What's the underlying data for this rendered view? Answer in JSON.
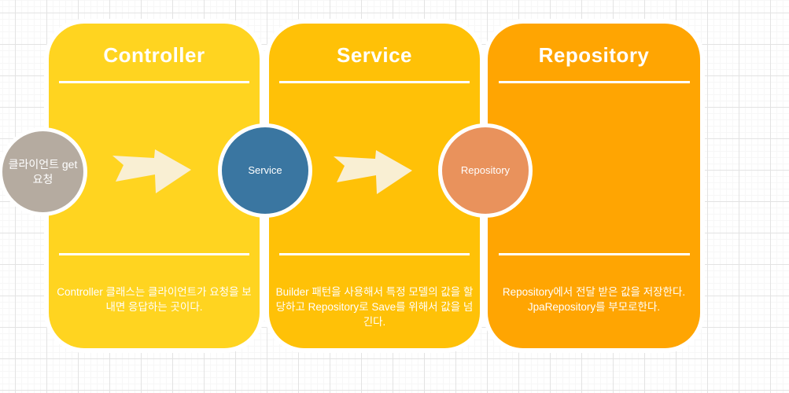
{
  "cards": [
    {
      "title": "Controller",
      "description": "Controller 클래스는 클라이언트가 요청을 보내면 응답하는 곳이다.",
      "color": "#ffd420"
    },
    {
      "title": "Service",
      "description": "Builder 패턴을 사용해서 특정 모델의 값을 할당하고 Repository로 Save를 위해서 값을 넘긴다.",
      "color": "#ffc107"
    },
    {
      "title": "Repository",
      "description": "Repository에서 전달 받은 값을 저장한다. JpaRepository를 부모로한다.",
      "color": "#ffa502"
    }
  ],
  "nodes": [
    {
      "label": "클라이언트 get 요청",
      "color": "#b5aba0"
    },
    {
      "label": "Service",
      "color": "#3a76a1"
    },
    {
      "label": "Repository",
      "color": "#e9925c"
    }
  ],
  "arrows": {
    "color": "#f9efd3"
  },
  "grid": {
    "minor_color": "#f7f7f7",
    "major_color": "#e3e3e3"
  }
}
